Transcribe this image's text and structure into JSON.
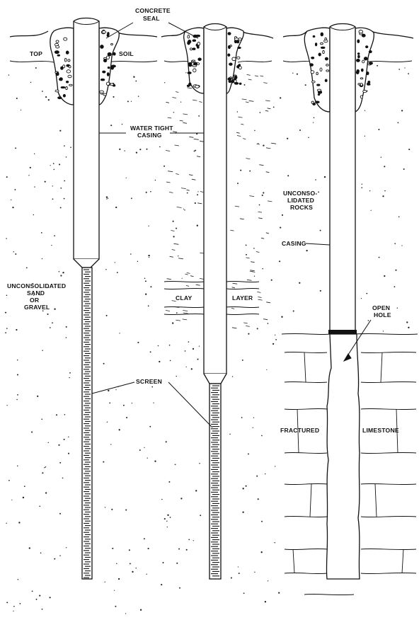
{
  "labels": {
    "concrete_seal_1": "CONCRETE",
    "concrete_seal_2": "SEAL",
    "top": "TOP",
    "soil": "SOIL",
    "water_tight_1": "WATER TIGHT",
    "water_tight_2": "CASING",
    "unconsolidated_sand_1": "UNCONSOLIDATED",
    "unconsolidated_sand_2": "SAND",
    "unconsolidated_sand_3": "OR",
    "unconsolidated_sand_4": "GRAVEL",
    "clay": "CLAY",
    "layer": "LAYER",
    "screen": "SCREEN",
    "rocks_1": "UNCONSO-",
    "rocks_2": "LIDATED",
    "rocks_3": "ROCKS",
    "casing": "CASING",
    "open_hole_1": "OPEN",
    "open_hole_2": "HOLE",
    "fractured": "FRACTURED",
    "limestone": "LIMESTONE"
  },
  "colors": {
    "ink": "#111111",
    "paper": "#ffffff"
  }
}
